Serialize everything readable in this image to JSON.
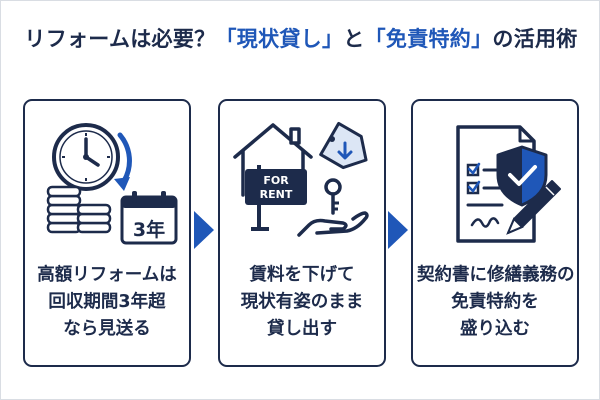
{
  "title": {
    "part1": "リフォームは必要？",
    "part2": "「現状貸し」",
    "part3": "と",
    "part4": "「免責特約」",
    "part5": "の活用術"
  },
  "colors": {
    "navy": "#1d2b4b",
    "blue": "#1f57b8",
    "light_blue": "#dce6f5"
  },
  "steps": [
    {
      "icons": [
        "clock-icon",
        "coin-stack-icon",
        "calendar-icon"
      ],
      "calendar_label": "3年",
      "lines": [
        "高額リフォームは",
        "回収期間3年超",
        "なら見送る"
      ]
    },
    {
      "icons": [
        "house-icon",
        "for-rent-sign-icon",
        "price-tag-icon",
        "key-icon",
        "hand-icon"
      ],
      "sign_label_top": "FOR",
      "sign_label_bottom": "RENT",
      "lines": [
        "賃料を下げて",
        "現状有姿のまま",
        "貸し出す"
      ]
    },
    {
      "icons": [
        "contract-document-icon",
        "shield-check-icon",
        "pen-icon"
      ],
      "lines": [
        "契約書に修繕義務の",
        "免責特約を",
        "盛り込む"
      ]
    }
  ]
}
